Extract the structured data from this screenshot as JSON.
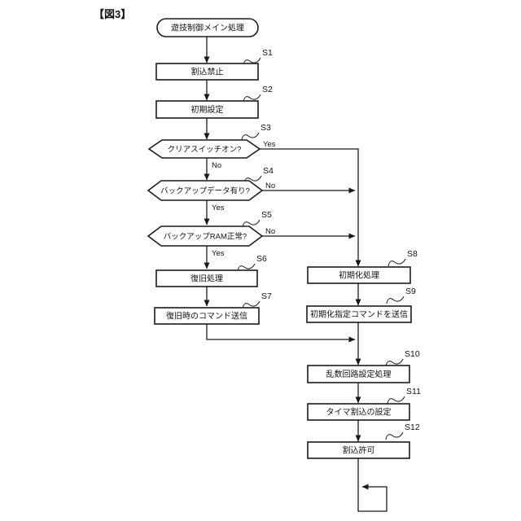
{
  "figure": {
    "title": "【図3】"
  },
  "flowchart": {
    "start_label": "遊技制御メイン処理",
    "steps": [
      {
        "id": "S1",
        "label": "割込禁止",
        "type": "process"
      },
      {
        "id": "S2",
        "label": "初期設定",
        "type": "process"
      },
      {
        "id": "S3",
        "label": "クリアスイッチオン?",
        "type": "decision",
        "right_branch": "Yes",
        "down_branch": "No"
      },
      {
        "id": "S4",
        "label": "バックアップデータ有り?",
        "type": "decision",
        "right_branch": "No",
        "down_branch": "Yes"
      },
      {
        "id": "S5",
        "label": "バックアップRAM正常?",
        "type": "decision",
        "right_branch": "No",
        "down_branch": "Yes"
      },
      {
        "id": "S6",
        "label": "復旧処理",
        "type": "process"
      },
      {
        "id": "S7",
        "label": "復旧時のコマンド送信",
        "type": "process"
      },
      {
        "id": "S8",
        "label": "初期化処理",
        "type": "process"
      },
      {
        "id": "S9",
        "label": "初期化指定コマンドを送信",
        "type": "process"
      },
      {
        "id": "S10",
        "label": "乱数回路設定処理",
        "type": "process"
      },
      {
        "id": "S11",
        "label": "タイマ割込の設定",
        "type": "process"
      },
      {
        "id": "S12",
        "label": "割込許可",
        "type": "process"
      }
    ],
    "colors": {
      "line": "#1a1a1a",
      "background": "#ffffff"
    }
  }
}
